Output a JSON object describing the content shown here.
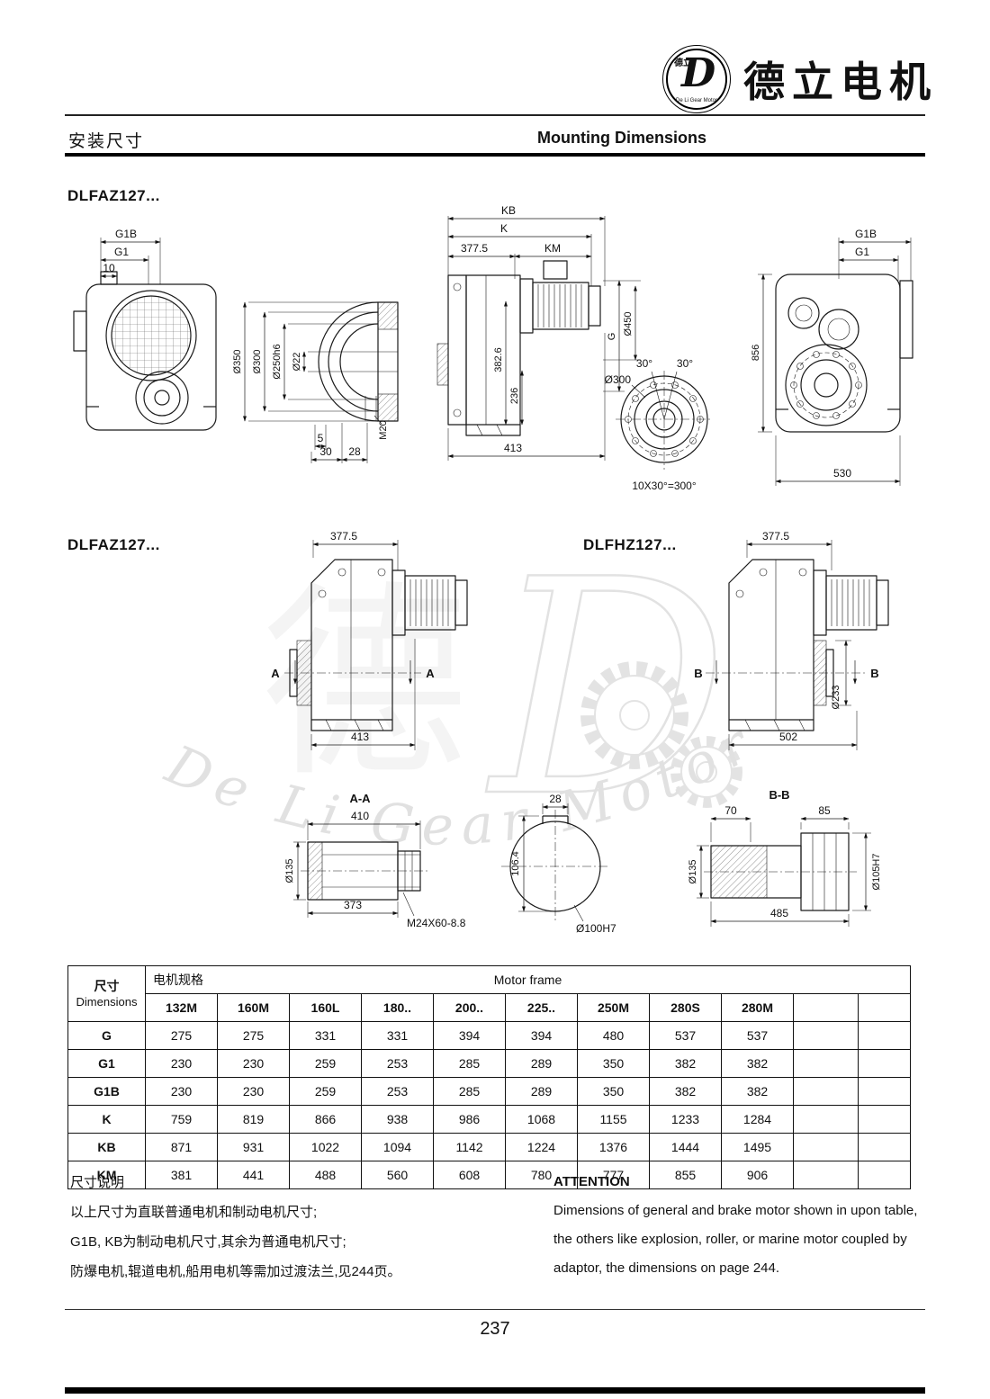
{
  "header": {
    "logo_letter": "D",
    "logo_cn": "德立",
    "logo_en": "De Li Gear Motor",
    "brand": "德立电机"
  },
  "title": {
    "cn": "安装尺寸",
    "en": "Mounting Dimensions"
  },
  "sections": {
    "s1": "DLFAZ127...",
    "s2": "DLFAZ127...",
    "s3": "DLFHZ127...",
    "aa": "A-A",
    "bb": "B-B"
  },
  "dims": {
    "front_left": {
      "g1b": "G1B",
      "g1": "G1",
      "n10": "10"
    },
    "hub_detail": {
      "d350": "Ø350",
      "d300": "Ø300",
      "d250": "Ø250h6",
      "d22": "Ø22",
      "m20": "M20",
      "n5": "5",
      "n30": "30",
      "n28": "28"
    },
    "side_view": {
      "kb": "KB",
      "k": "K",
      "n377": "377.5",
      "km": "KM",
      "g": "G",
      "d450": "Ø450",
      "n382": "382.6",
      "n236": "236",
      "n413": "413"
    },
    "flange": {
      "d300": "Ø300",
      "a30": "30°",
      "note": "10X30°=300°"
    },
    "front_right": {
      "g1b": "G1B",
      "g1": "G1",
      "n856": "856",
      "n530": "530"
    },
    "faz_view": {
      "n377": "377.5",
      "a": "A",
      "n413": "413"
    },
    "fhz_view": {
      "n377": "377.5",
      "b": "B",
      "d233": "Ø233",
      "n502": "502"
    },
    "sec_aa": {
      "n410": "410",
      "d135": "Ø135",
      "n373": "373",
      "m24": "M24X60-8.8"
    },
    "shaft_end": {
      "n28": "28",
      "n106": "106.4",
      "d100": "Ø100H7"
    },
    "sec_bb": {
      "n70": "70",
      "n85": "85",
      "d135": "Ø135",
      "n485": "485",
      "d105": "Ø105H7"
    }
  },
  "table": {
    "dim_header_cn": "尺寸",
    "dim_header_en": "Dimensions",
    "motor_spec_cn": "电机规格",
    "motor_frame_en": "Motor frame",
    "columns": [
      "132M",
      "160M",
      "160L",
      "180..",
      "200..",
      "225..",
      "250M",
      "280S",
      "280M"
    ],
    "rows": [
      {
        "label": "G",
        "values": [
          275,
          275,
          331,
          331,
          394,
          394,
          480,
          537,
          537
        ]
      },
      {
        "label": "G1",
        "values": [
          230,
          230,
          259,
          253,
          285,
          289,
          350,
          382,
          382
        ]
      },
      {
        "label": "G1B",
        "values": [
          230,
          230,
          259,
          253,
          285,
          289,
          350,
          382,
          382
        ]
      },
      {
        "label": "K",
        "values": [
          759,
          819,
          866,
          938,
          986,
          1068,
          1155,
          1233,
          1284
        ]
      },
      {
        "label": "KB",
        "values": [
          871,
          931,
          1022,
          1094,
          1142,
          1224,
          1376,
          1444,
          1495
        ]
      },
      {
        "label": "KM",
        "values": [
          381,
          441,
          488,
          560,
          608,
          780,
          777,
          855,
          906
        ]
      }
    ]
  },
  "notes": {
    "cn_title": "尺寸说明",
    "cn_lines": [
      "以上尺寸为直联普通电机和制动电机尺寸;",
      "G1B, KB为制动电机尺寸,其余为普通电机尺寸;",
      "防爆电机,辊道电机,船用电机等需加过渡法兰,见244页。"
    ],
    "en_title": "ATTENTION",
    "en_lines": [
      "Dimensions of general and brake motor shown in upon table,",
      "the others like explosion, roller, or marine motor coupled by",
      "adaptor, the dimensions on page 244."
    ]
  },
  "watermark": {
    "text": "De Li Gear Motor",
    "letter": "D",
    "char": "德"
  },
  "footer": {
    "page": "237"
  }
}
